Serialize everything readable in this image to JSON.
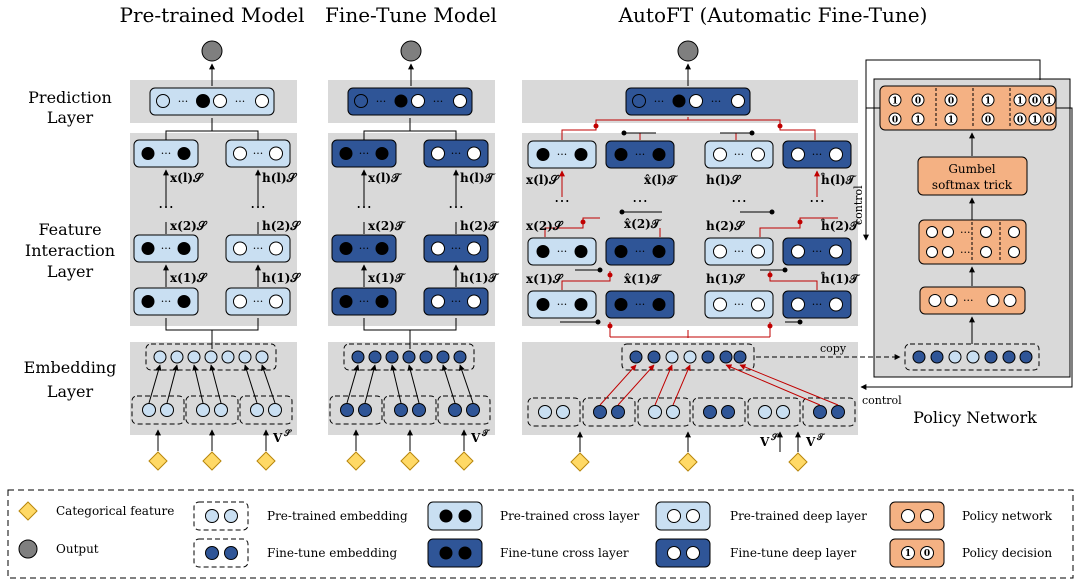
{
  "titles": {
    "pretrained": "Pre-trained Model",
    "finetune": "Fine-Tune Model",
    "autoft": "AutoFT (Automatic Fine-Tune)"
  },
  "layers": {
    "prediction": [
      "Prediction",
      "Layer"
    ],
    "feature": [
      "Feature",
      "Interaction",
      "Layer"
    ],
    "embedding": [
      "Embedding",
      "Layer"
    ]
  },
  "labels": {
    "policy_network": "Policy Network",
    "gumbel": [
      "Gumbel",
      "softmax trick"
    ],
    "copy": "copy",
    "control_side": "control",
    "control_bottom": "control",
    "dots": "···",
    "vdots": "⋯",
    "v_source": "V",
    "v_target": "V",
    "sup_s": "𝒮",
    "sup_t": "𝒯"
  },
  "math": {
    "x_l_s": "x(l)𝒮",
    "x_2_s": "x(2)𝒮",
    "x_1_s": "x(1)𝒮",
    "h_l_s": "h(l)𝒮",
    "h_2_s": "h(2)𝒮",
    "h_1_s": "h(1)𝒮",
    "x_l_t": "x(l)𝒯",
    "x_2_t": "x(2)𝒯",
    "x_1_t": "x(1)𝒯",
    "h_l_t": "h(l)𝒯",
    "h_2_t": "h(2)𝒯",
    "h_1_t": "h(1)𝒯",
    "xh_l_t": "x̂(l)𝒯",
    "xh_2_t": "x̂(2)𝒯",
    "xh_1_t": "x̂(1)𝒯",
    "hh_l_t": "ĥ(l)𝒯",
    "hh_2_t": "ĥ(2)𝒯",
    "hh_1_t": "ĥ(1)𝒯"
  },
  "policy_decision": {
    "row1": [
      "1",
      "0",
      "0",
      "1",
      "1",
      "0",
      "1"
    ],
    "row2": [
      "0",
      "1",
      "1",
      "0",
      "0",
      "1",
      "0"
    ]
  },
  "legend": [
    {
      "key": "categorical",
      "text": "Categorical feature"
    },
    {
      "key": "output",
      "text": "Output"
    },
    {
      "key": "pre_emb",
      "text": "Pre-trained embedding"
    },
    {
      "key": "ft_emb",
      "text": "Fine-tune embedding"
    },
    {
      "key": "pre_cross",
      "text": "Pre-trained cross layer"
    },
    {
      "key": "ft_cross",
      "text": "Fine-tune cross layer"
    },
    {
      "key": "pre_deep",
      "text": "Pre-trained deep layer"
    },
    {
      "key": "ft_deep",
      "text": "Fine-tune deep layer"
    },
    {
      "key": "policy_net",
      "text": "Policy network"
    },
    {
      "key": "policy_dec",
      "text": "Policy decision"
    }
  ],
  "colors": {
    "panel": "#d9d9d9",
    "light": "#c9dff2",
    "dark": "#2f5597",
    "orange": "#f4b183",
    "red": "#c00000",
    "diamond": "#ffd966",
    "output": "#7f7f7f"
  }
}
